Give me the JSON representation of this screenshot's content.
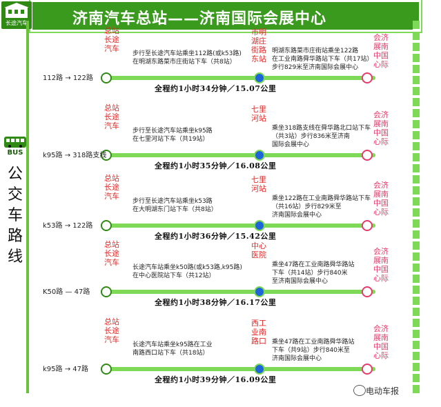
{
  "header": {
    "logo_text": "长途汽车",
    "title": "济南汽车总站——济南国际会展中心"
  },
  "side": {
    "bus_label": "BUS",
    "title": "公交车路线"
  },
  "watermark": "电动车报",
  "start_label": "总站长途汽车",
  "end_label": "会济展南中国心际",
  "routes": [
    {
      "name": "112路 → 122路",
      "mid_label": "市明湖庄街路东站",
      "seg1": [
        "步行至长途汽车站乘坐112路(或k53路)",
        "在明湖东路菜市庄街站下车（共8站）"
      ],
      "seg2": [
        "明湖东路菜市庄街站乘坐122路",
        "在工业南路舜华路站下车（共17站）",
        "步行829米至济南国际会展中心"
      ],
      "summary": "全程约1小时34分钟／15.07公里"
    },
    {
      "name": "k95路 → 318路支线",
      "mid_label": "七里河站",
      "seg1": [
        "步行至长途汽车站乘坐k95路",
        "在七里河站下车（共19站）"
      ],
      "seg2": [
        "乘坐318路支线在舜华路北口站下车",
        "（共3站）步行836米至济南",
        "国际会展中心"
      ],
      "summary": "全程约1小时35分钟／16.08公里"
    },
    {
      "name": "k53路 → 122路",
      "mid_label": "七里河站",
      "seg1": [
        "步行至长途汽车站乘坐k53路",
        "在大明湖东门站下车（共8站）"
      ],
      "seg2": [
        "乘坐122路在工业南路舜华路站下车",
        "（共16站）步行829米至",
        "济南国际会展中心"
      ],
      "summary": "全程约1小时36分钟／15.42公里"
    },
    {
      "name": "K50路 — 47路",
      "mid_label": "中心医院",
      "seg1": [
        "长途汽车站乘坐k50路(或k53路,k95路)",
        "在中心医院站下车（共12站）"
      ],
      "seg2": [
        "乘坐47路在工业南路舜华路站",
        "下车（共14站）步行840米",
        "至济南国际会展中心"
      ],
      "summary": "全程约1小时38分钟／16.17公里"
    },
    {
      "name": "k95路 → 47路",
      "mid_label": "西工业南路口",
      "seg1": [
        "长途汽车站乘坐k95路在工业",
        "南路西口站下车（共18站）"
      ],
      "seg2": [
        "乘坐47路在工业南路舜华路站",
        "下车（共9站）步行840米至",
        "济南国际会展中心"
      ],
      "summary": "全程约1小时39分钟／16.09公里"
    }
  ]
}
